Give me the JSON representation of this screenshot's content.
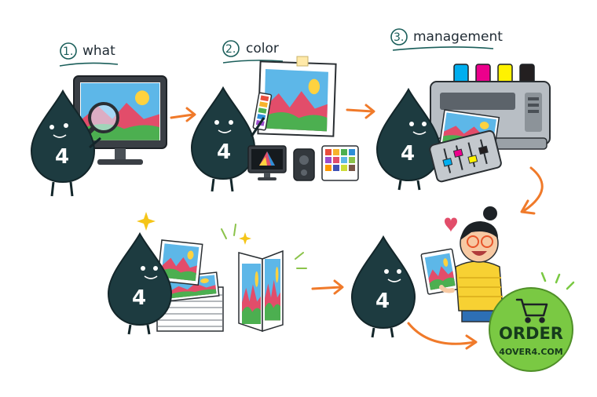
{
  "steps": [
    {
      "number": "1.",
      "label": "what"
    },
    {
      "number": "2.",
      "label": "color"
    },
    {
      "number": "3.",
      "label": "management"
    }
  ],
  "mascot_number": "4",
  "badge": {
    "line1": "ORDER",
    "line2": "4OVER4.COM",
    "icon": "shopping-cart-icon",
    "color": "#7ac943"
  },
  "colors": {
    "mascot": "#1d3b40",
    "arrow": "#f07a2a",
    "accent_teal": "#1a5e5a"
  }
}
